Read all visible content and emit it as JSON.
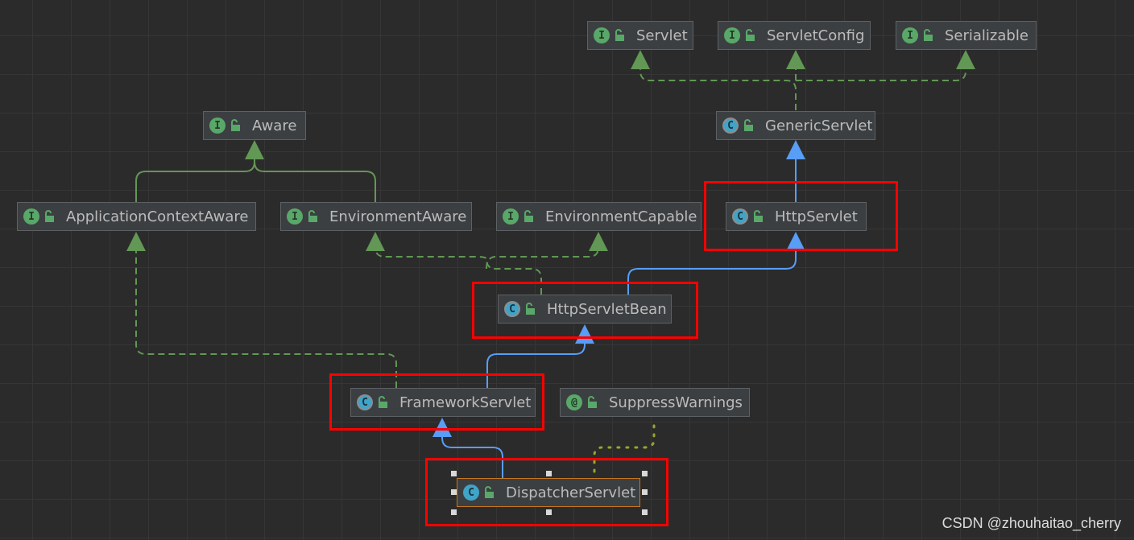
{
  "nodes": [
    {
      "id": "servlet",
      "name": "Servlet",
      "kind": "I"
    },
    {
      "id": "servletconfig",
      "name": "ServletConfig",
      "kind": "I"
    },
    {
      "id": "serializable",
      "name": "Serializable",
      "kind": "I"
    },
    {
      "id": "aware",
      "name": "Aware",
      "kind": "I"
    },
    {
      "id": "genericservlet",
      "name": "GenericServlet",
      "kind": "C"
    },
    {
      "id": "appcontextaware",
      "name": "ApplicationContextAware",
      "kind": "I"
    },
    {
      "id": "envaware",
      "name": "EnvironmentAware",
      "kind": "I"
    },
    {
      "id": "envcapable",
      "name": "EnvironmentCapable",
      "kind": "I"
    },
    {
      "id": "httpservlet",
      "name": "HttpServlet",
      "kind": "C"
    },
    {
      "id": "httpservletbean",
      "name": "HttpServletBean",
      "kind": "C"
    },
    {
      "id": "frameworkservlet",
      "name": "FrameworkServlet",
      "kind": "C"
    },
    {
      "id": "suppresswarnings",
      "name": "SuppressWarnings",
      "kind": "@"
    },
    {
      "id": "dispatcherservlet",
      "name": "DispatcherServlet",
      "kind": "C"
    }
  ],
  "colors": {
    "extends": "#589df6",
    "implements": "#629755",
    "annotation": "#9aa52a",
    "highlight": "#ff0000",
    "selected": "#c8761e"
  },
  "watermark": "CSDN @zhouhaitao_cherry"
}
